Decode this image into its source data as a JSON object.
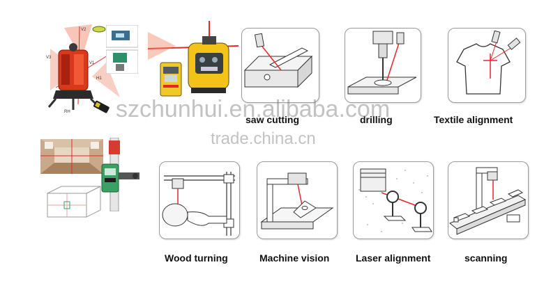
{
  "watermarks": {
    "domain": "szchunhui.en.alibaba.com",
    "site": "trade.china.cn"
  },
  "applications": [
    {
      "label": "saw cutting",
      "icon": "saw-cutting-illustration"
    },
    {
      "label": "drilling",
      "icon": "drilling-illustration"
    },
    {
      "label": "Textile alignment",
      "icon": "textile-alignment-illustration"
    },
    {
      "label": "Wood turning",
      "icon": "wood-turning-illustration"
    },
    {
      "label": "Machine vision",
      "icon": "machine-vision-illustration"
    },
    {
      "label": "Laser alignment",
      "icon": "laser-alignment-illustration"
    },
    {
      "label": "scanning",
      "icon": "scanning-illustration"
    }
  ],
  "products": {
    "level_label_top": "V2",
    "level_label_left": "V3",
    "level_label_right": "V1",
    "level_label_bottom_right": "H1",
    "level_label_bottom": "RH"
  },
  "colors": {
    "laser": "#e8262a",
    "laser_orange": "#e2641e",
    "device_yellow": "#f3c31a",
    "receiver_green": "#3aa064",
    "tile_border": "#9a9a9a"
  }
}
